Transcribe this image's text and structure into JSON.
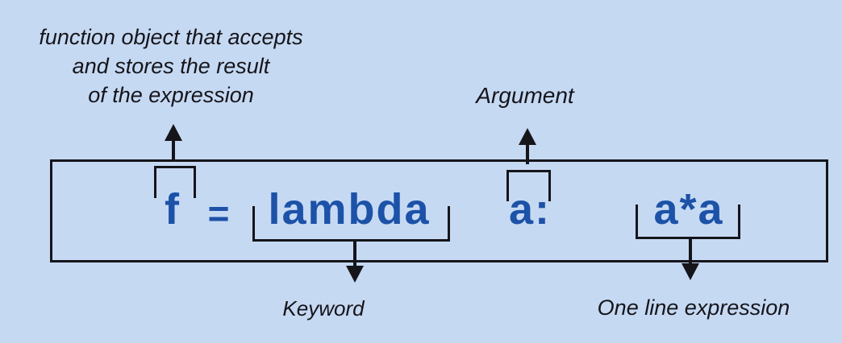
{
  "colors": {
    "background": "#c6d9f3",
    "code_blue": "#1c52a7",
    "ink": "#15151a"
  },
  "code": {
    "variable": "f",
    "equals": "=",
    "keyword": "lambda",
    "argument": "a:",
    "expression": "a*a"
  },
  "labels": {
    "note_lines": [
      "function object that accepts",
      "and stores the result",
      "of the expression"
    ],
    "argument": "Argument",
    "keyword": "Keyword",
    "expression": "One line expression"
  }
}
